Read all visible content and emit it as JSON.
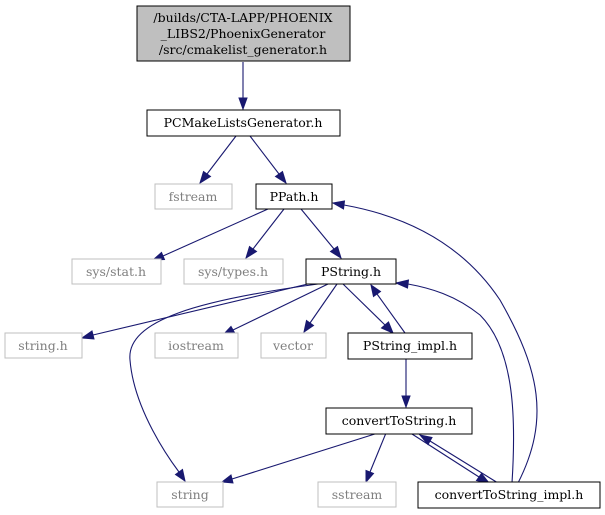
{
  "colors": {
    "edge": "#191970",
    "focus_fill": "#bfbfbf",
    "node_border": "#000000",
    "missing_border": "#bfbfbf",
    "missing_text": "#7f7f7f"
  },
  "nodes": {
    "root": {
      "lines": [
        "/builds/CTA-LAPP/PHOENIX",
        "_LIBS2/PhoenixGenerator",
        "/src/cmakelist_generator.h"
      ]
    },
    "pcmake": {
      "label": "PCMakeListsGenerator.h"
    },
    "fstream": {
      "label": "fstream"
    },
    "ppath": {
      "label": "PPath.h"
    },
    "sysstat": {
      "label": "sys/stat.h"
    },
    "systypes": {
      "label": "sys/types.h"
    },
    "pstring": {
      "label": "PString.h"
    },
    "stringh": {
      "label": "string.h"
    },
    "iostream": {
      "label": "iostream"
    },
    "vector": {
      "label": "vector"
    },
    "pstringimpl": {
      "label": "PString_impl.h"
    },
    "convert": {
      "label": "convertToString.h"
    },
    "string": {
      "label": "string"
    },
    "sstream": {
      "label": "sstream"
    },
    "convertimpl": {
      "label": "convertToString_impl.h"
    }
  }
}
